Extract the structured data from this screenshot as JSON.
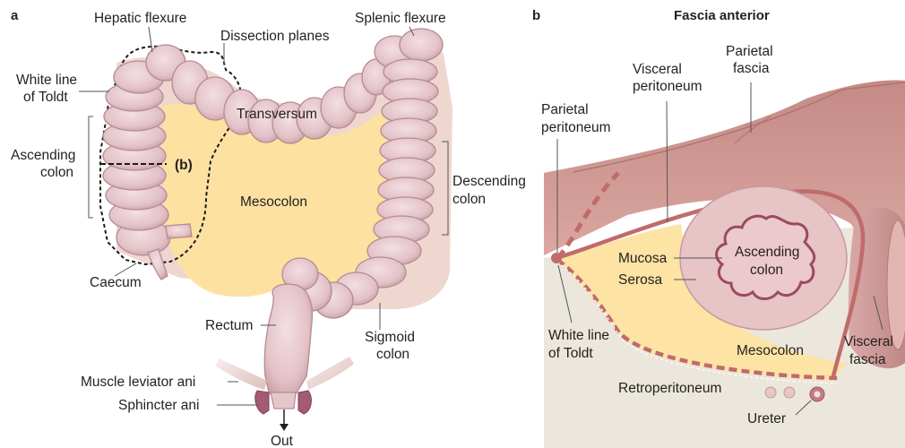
{
  "panel_a": {
    "letter": "a",
    "labels": {
      "hepatic_flexure": "Hepatic flexure",
      "dissection_planes": "Dissection planes",
      "splenic_flexure": "Splenic flexure",
      "white_line_toldt_1": "White line",
      "white_line_toldt_2": "of Toldt",
      "ascending_colon_1": "Ascending",
      "ascending_colon_2": "colon",
      "section_b": "(b)",
      "transversum": "Transversum",
      "mesocolon": "Mesocolon",
      "descending_colon_1": "Descending",
      "descending_colon_2": "colon",
      "caecum": "Caecum",
      "rectum": "Rectum",
      "sigmoid_colon_1": "Sigmoid",
      "sigmoid_colon_2": "colon",
      "muscle_leviator_ani": "Muscle leviator ani",
      "sphincter_ani": "Sphincter ani",
      "out": "Out"
    }
  },
  "panel_b": {
    "letter": "b",
    "title": "Fascia anterior",
    "labels": {
      "visceral_peritoneum_1": "Visceral",
      "visceral_peritoneum_2": "peritoneum",
      "parietal_fascia_1": "Parietal",
      "parietal_fascia_2": "fascia",
      "parietal_peritoneum_1": "Parietal",
      "parietal_peritoneum_2": "peritoneum",
      "ascending_colon_1": "Ascending",
      "ascending_colon_2": "colon",
      "mucosa": "Mucosa",
      "serosa": "Serosa",
      "white_line_toldt_1": "White line",
      "white_line_toldt_2": "of Toldt",
      "mesocolon": "Mesocolon",
      "visceral_fascia_1": "Visceral",
      "visceral_fascia_2": "fascia",
      "retroperitoneum": "Retroperitoneum",
      "ureter": "Ureter"
    }
  },
  "colors": {
    "colon_fill": "#e7c9ce",
    "colon_stroke": "#b48c93",
    "colon_shadow": "#d6a79c",
    "mesocolon_fill": "#fde3a4",
    "fascia_fill": "#c48b88",
    "fascia_light": "#e6bdb6",
    "peritoneum_line": "#c06b6b",
    "retro_fill": "#e9e5da",
    "sphincter_fill": "#a45a72"
  }
}
